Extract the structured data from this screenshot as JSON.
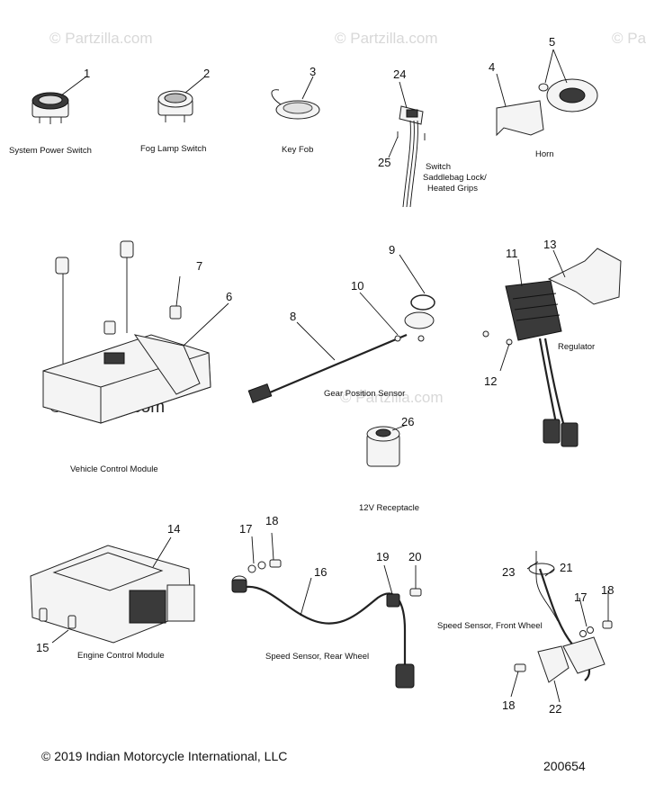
{
  "watermark": "© Partzilla.com",
  "callouts": {
    "c1": "1",
    "c2": "2",
    "c3": "3",
    "c4": "4",
    "c5": "5",
    "c6": "6",
    "c7": "7",
    "c8": "8",
    "c9": "9",
    "c10": "10",
    "c11": "11",
    "c12": "12",
    "c13": "13",
    "c14": "14",
    "c15": "15",
    "c16": "16",
    "c17a": "17",
    "c17b": "17",
    "c18a": "18",
    "c18b": "18",
    "c18c": "18",
    "c19": "19",
    "c20": "20",
    "c21": "21",
    "c22": "22",
    "c23": "23",
    "c24": "24",
    "c25": "25",
    "c26": "26"
  },
  "labels": {
    "system_power_switch": "System Power Switch",
    "fog_lamp_switch": "Fog Lamp Switch",
    "key_fob": "Key Fob",
    "switch_line1": "Switch",
    "switch_line2": "Saddlebag Lock/",
    "switch_line3": "Heated Grips",
    "horn": "Horn",
    "gear_position_sensor": "Gear Position Sensor",
    "regulator": "Regulator",
    "vehicle_control_module": "Vehicle Control Module",
    "receptacle_12v": "12V Receptacle",
    "engine_control_module": "Engine Control Module",
    "speed_sensor_rear": "Speed Sensor, Rear Wheel",
    "speed_sensor_front": "Speed Sensor, Front Wheel"
  },
  "footer": {
    "copyright": "© 2019 Indian Motorcycle International, LLC",
    "diagram_number": "200654"
  }
}
